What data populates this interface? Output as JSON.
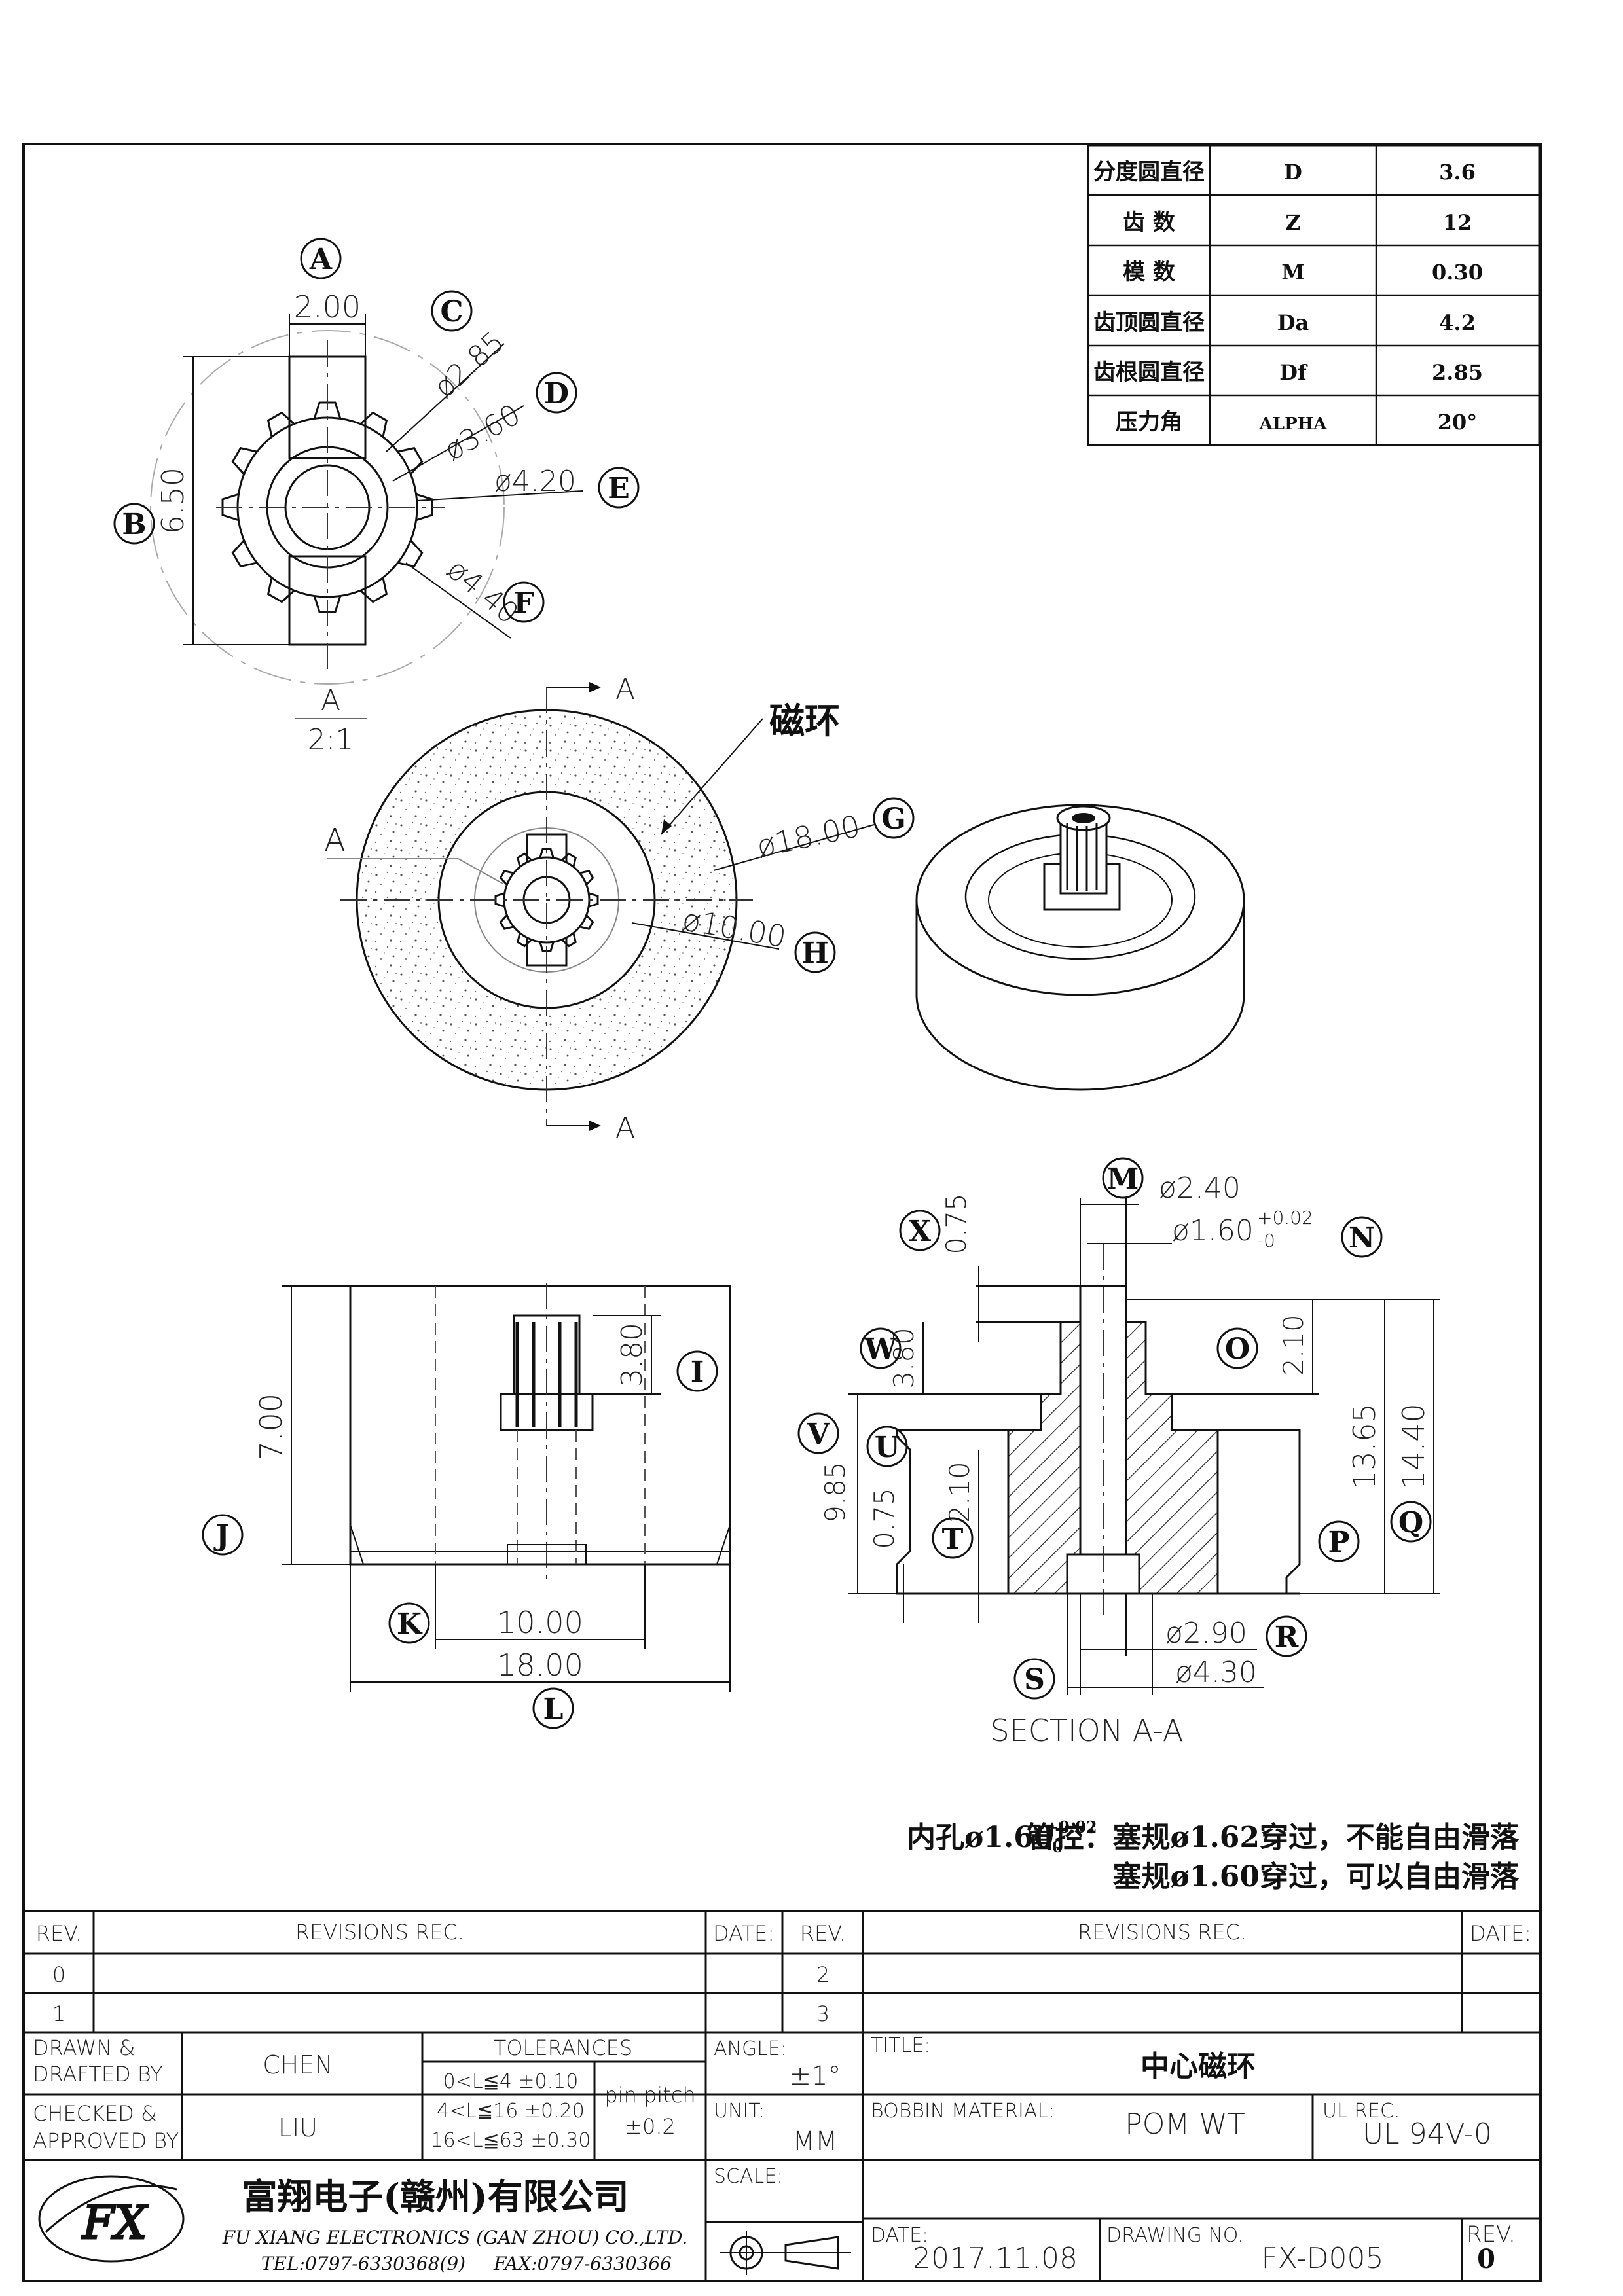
{
  "gear_table": [
    {
      "name": "分度圆直径",
      "symbol": "D",
      "value": "3.6"
    },
    {
      "name": "齿 数",
      "symbol": "Z",
      "value": "12"
    },
    {
      "name": "模 数",
      "symbol": "M",
      "value": "0.30"
    },
    {
      "name": "齿顶圆直径",
      "symbol": "Da",
      "value": "4.2"
    },
    {
      "name": "齿根圆直径",
      "symbol": "Df",
      "value": "2.85"
    },
    {
      "name": "压力角",
      "symbol": "ALPHA",
      "value": "20°"
    }
  ],
  "detail_view": {
    "dims": {
      "width": "2.00",
      "height": "6.50",
      "d1": "ø2.85",
      "d2": "ø3.60",
      "d3": "ø4.20",
      "d4": "ø4.40"
    },
    "label": "A",
    "scale": "2:1"
  },
  "front_view": {
    "magnet_label": "磁环",
    "section_mark": "A",
    "view_mark": "A",
    "d_outer": "ø18.00",
    "d_inner": "ø10.00"
  },
  "side_view": {
    "gear_h": "3.80",
    "height": "7.00",
    "inner_w": "10.00",
    "outer_w": "18.00"
  },
  "section_view": {
    "d_top": "ø2.40",
    "d_hole": "ø1.60",
    "tol_plus": "+0.02",
    "tol_minus": "-0",
    "x": "0.75",
    "w": "3.80",
    "o": "2.10",
    "total_a": "13.65",
    "total_b": "14.40",
    "v": "9.85",
    "u": "0.75",
    "t": "2.10",
    "d_bot1": "ø2.90",
    "d_bot2": "ø4.30",
    "title": "SECTION A-A"
  },
  "callouts": [
    "A",
    "B",
    "C",
    "D",
    "E",
    "F",
    "G",
    "H",
    "I",
    "J",
    "K",
    "L",
    "M",
    "N",
    "O",
    "P",
    "Q",
    "R",
    "S",
    "T",
    "U",
    "V",
    "W",
    "X"
  ],
  "notes": {
    "line1_a": "内孔ø1.60",
    "line1_sup": "+0.02",
    "line1_sub": "-0",
    "line1_b": "管控：塞规ø1.62穿过，不能自由滑落",
    "line2": "塞规ø1.60穿过，可以自由滑落"
  },
  "revisions": {
    "col_rev": "REV.",
    "col_rec": "REVISIONS   REC.",
    "col_date": "DATE:",
    "left_revs": [
      "0",
      "1"
    ],
    "right_revs": [
      "2",
      "3"
    ]
  },
  "title_block": {
    "drawn_label": "DRAWN &",
    "drawn_label2": "DRAFTED BY",
    "drawn_by": "CHEN",
    "checked_label": "CHECKED &",
    "checked_label2": "APPROVED BY",
    "approved_by": "LIU",
    "tolerances_label": "TOLERANCES",
    "tol1": "0<L≦4   ±0.10",
    "tol2": "4<L≦16  ±0.20",
    "tol3": "16<L≦63  ±0.30",
    "pin_pitch_label": "pin pitch",
    "pin_pitch": "±0.2",
    "angle_label": "ANGLE:",
    "angle": "±1°",
    "unit_label": "UNIT:",
    "unit": "MM",
    "scale_label": "SCALE:",
    "title_label": "TITLE:",
    "title": "中心磁环",
    "material_label": "BOBBIN MATERIAL:",
    "material": "POM WT",
    "ul_label": "UL REC.",
    "ul": "UL 94V-0",
    "company_cn": "富翔电子(赣州)有限公司",
    "company_en": "FU XIANG ELECTRONICS (GAN ZHOU) CO.,LTD.",
    "tel": "TEL:0797-6330368(9)",
    "fax": "FAX:0797-6330366",
    "date_label": "DATE:",
    "date": "2017.11.08",
    "drawing_no_label": "DRAWING NO.",
    "drawing_no": "FX-D005",
    "rev_label": "REV.",
    "rev": "0",
    "logo_text": "FX"
  }
}
